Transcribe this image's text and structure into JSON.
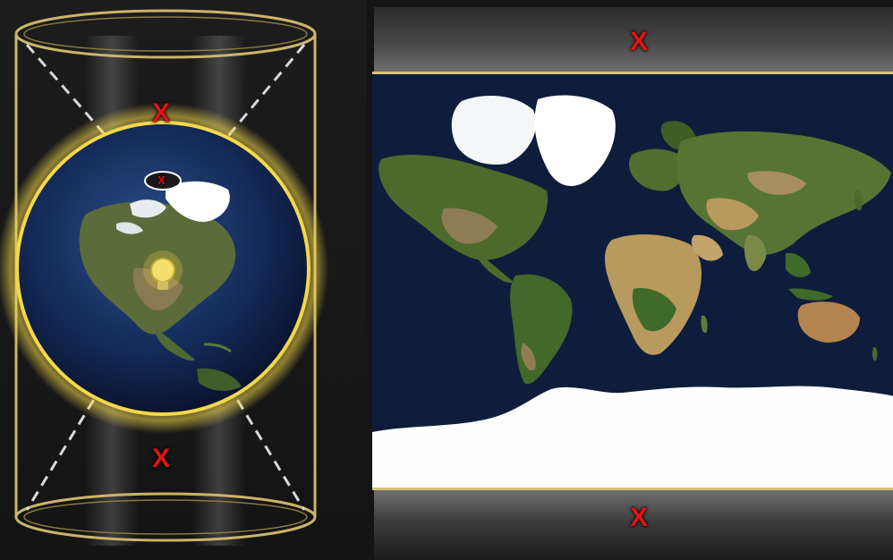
{
  "colors": {
    "frame_gold": "#d8c37a",
    "glow": "#f3d84a",
    "ocean": "#0f1d3c",
    "land": "#4a6a2c",
    "ice": "#ffffff",
    "cross": "#e01414"
  },
  "markers": {
    "cylinder_top_symbol": "X",
    "cylinder_bottom_symbol": "X",
    "north_pole_symbol": "X",
    "map_top_symbol": "X",
    "map_bottom_symbol": "X"
  },
  "icons": [
    "lightbulb-icon"
  ]
}
